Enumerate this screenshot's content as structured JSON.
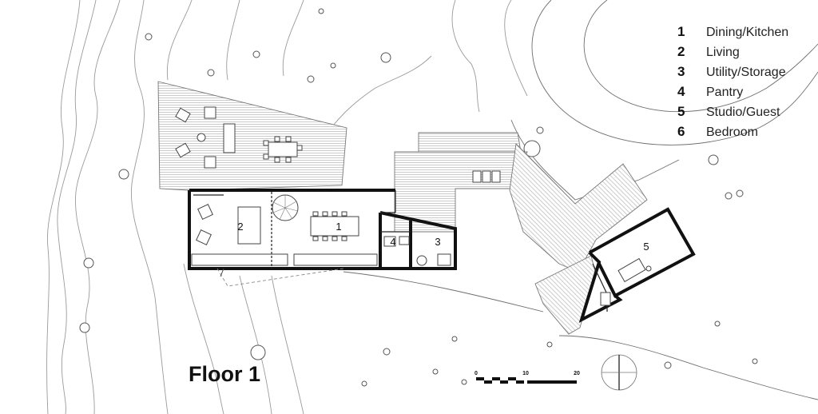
{
  "floor_title": "Floor 1",
  "legend": [
    {
      "number": "1",
      "label": "Dining/Kitchen"
    },
    {
      "number": "2",
      "label": "Living"
    },
    {
      "number": "3",
      "label": "Utility/Storage"
    },
    {
      "number": "4",
      "label": "Pantry"
    },
    {
      "number": "5",
      "label": "Studio/Guest"
    },
    {
      "number": "6",
      "label": "Bedroom"
    }
  ],
  "room_labels": [
    "1",
    "2",
    "3",
    "4",
    "5"
  ],
  "scale_bar": {
    "ticks": [
      "0",
      "10",
      "20"
    ]
  }
}
